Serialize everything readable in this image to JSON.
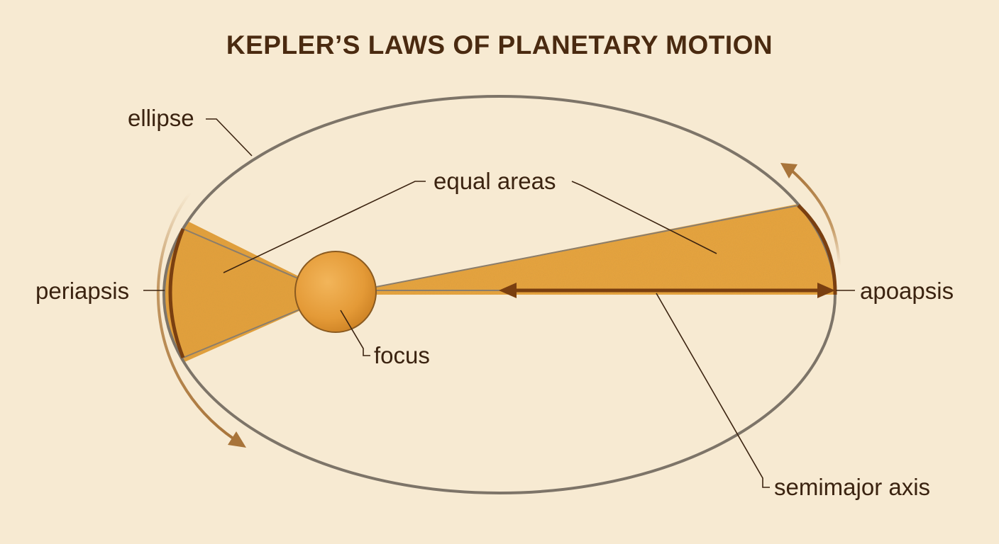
{
  "title": "KEPLER’S LAWS OF PLANETARY MOTION",
  "labels": {
    "ellipse": "ellipse",
    "equal_areas": "equal areas",
    "periapsis": "periapsis",
    "apoapsis": "apoapsis",
    "focus": "focus",
    "semimajor_axis": "semimajor axis"
  },
  "colors": {
    "background": "#f7ead2",
    "orbit_stroke": "#7d7468",
    "sector_fill": "#e5a13d",
    "focus_body": "#e8a440",
    "axis_arrow": "#7a3f10",
    "motion_arrow": "#b8864a",
    "text": "#3b2310"
  }
}
